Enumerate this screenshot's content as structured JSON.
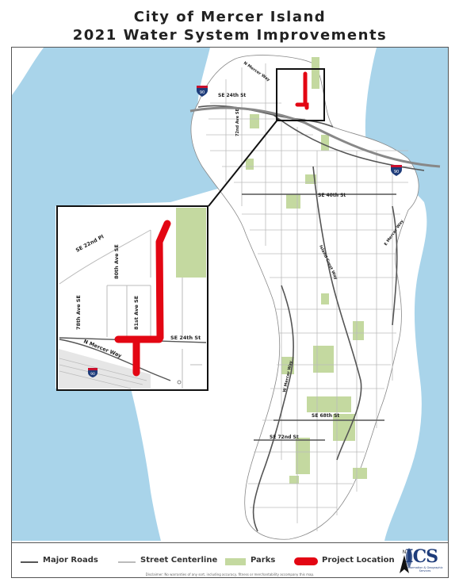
{
  "title": {
    "line1": "City of Mercer Island",
    "line2": "2021 Water System Improvements"
  },
  "map_labels": {
    "n_mercer_way": "N Mercer Way",
    "se_24th": "SE 24th St",
    "ave_72nd": "72nd Ave SE",
    "se_40th": "SE 40th St",
    "e_mercer_way": "E Mercer Way",
    "island_crest_way": "Island Crest Way",
    "w_mercer_way": "W Mercer Way",
    "se_68th": "SE 68th St",
    "se_72nd": "SE 72nd St",
    "i90_shield": "90"
  },
  "inset_labels": {
    "se_22nd_pl": "SE 22nd Pl",
    "ave_80th": "80th Ave SE",
    "ave_78th": "78th Ave SE",
    "ave_81st": "81st Ave SE",
    "se_24th": "SE 24th St",
    "n_mercer_way": "N Mercer Way",
    "i90_shield": "90"
  },
  "legend": {
    "major_roads": "Major Roads",
    "street_centerline": "Street Centerline",
    "parks": "Parks",
    "project_location": "Project Location"
  },
  "north_arrow": "N",
  "logo": {
    "text": "ICS",
    "subtitle": "Information & Geographic Services"
  },
  "disclaimer": "Disclaimer: No warranties of any sort, including accuracy, fitness or merchantability accompany this map.",
  "colors": {
    "water": "#a9d4ea",
    "land": "#ffffff",
    "parks": "#c4d9a0",
    "project": "#e30613",
    "major_road": "#555555",
    "street": "#bbbbbb",
    "logo_blue": "#1e3c7a"
  },
  "icons": {
    "north_arrow": "north-arrow-icon",
    "interstate": "interstate-shield-icon",
    "logo": "ics-logo-icon"
  }
}
